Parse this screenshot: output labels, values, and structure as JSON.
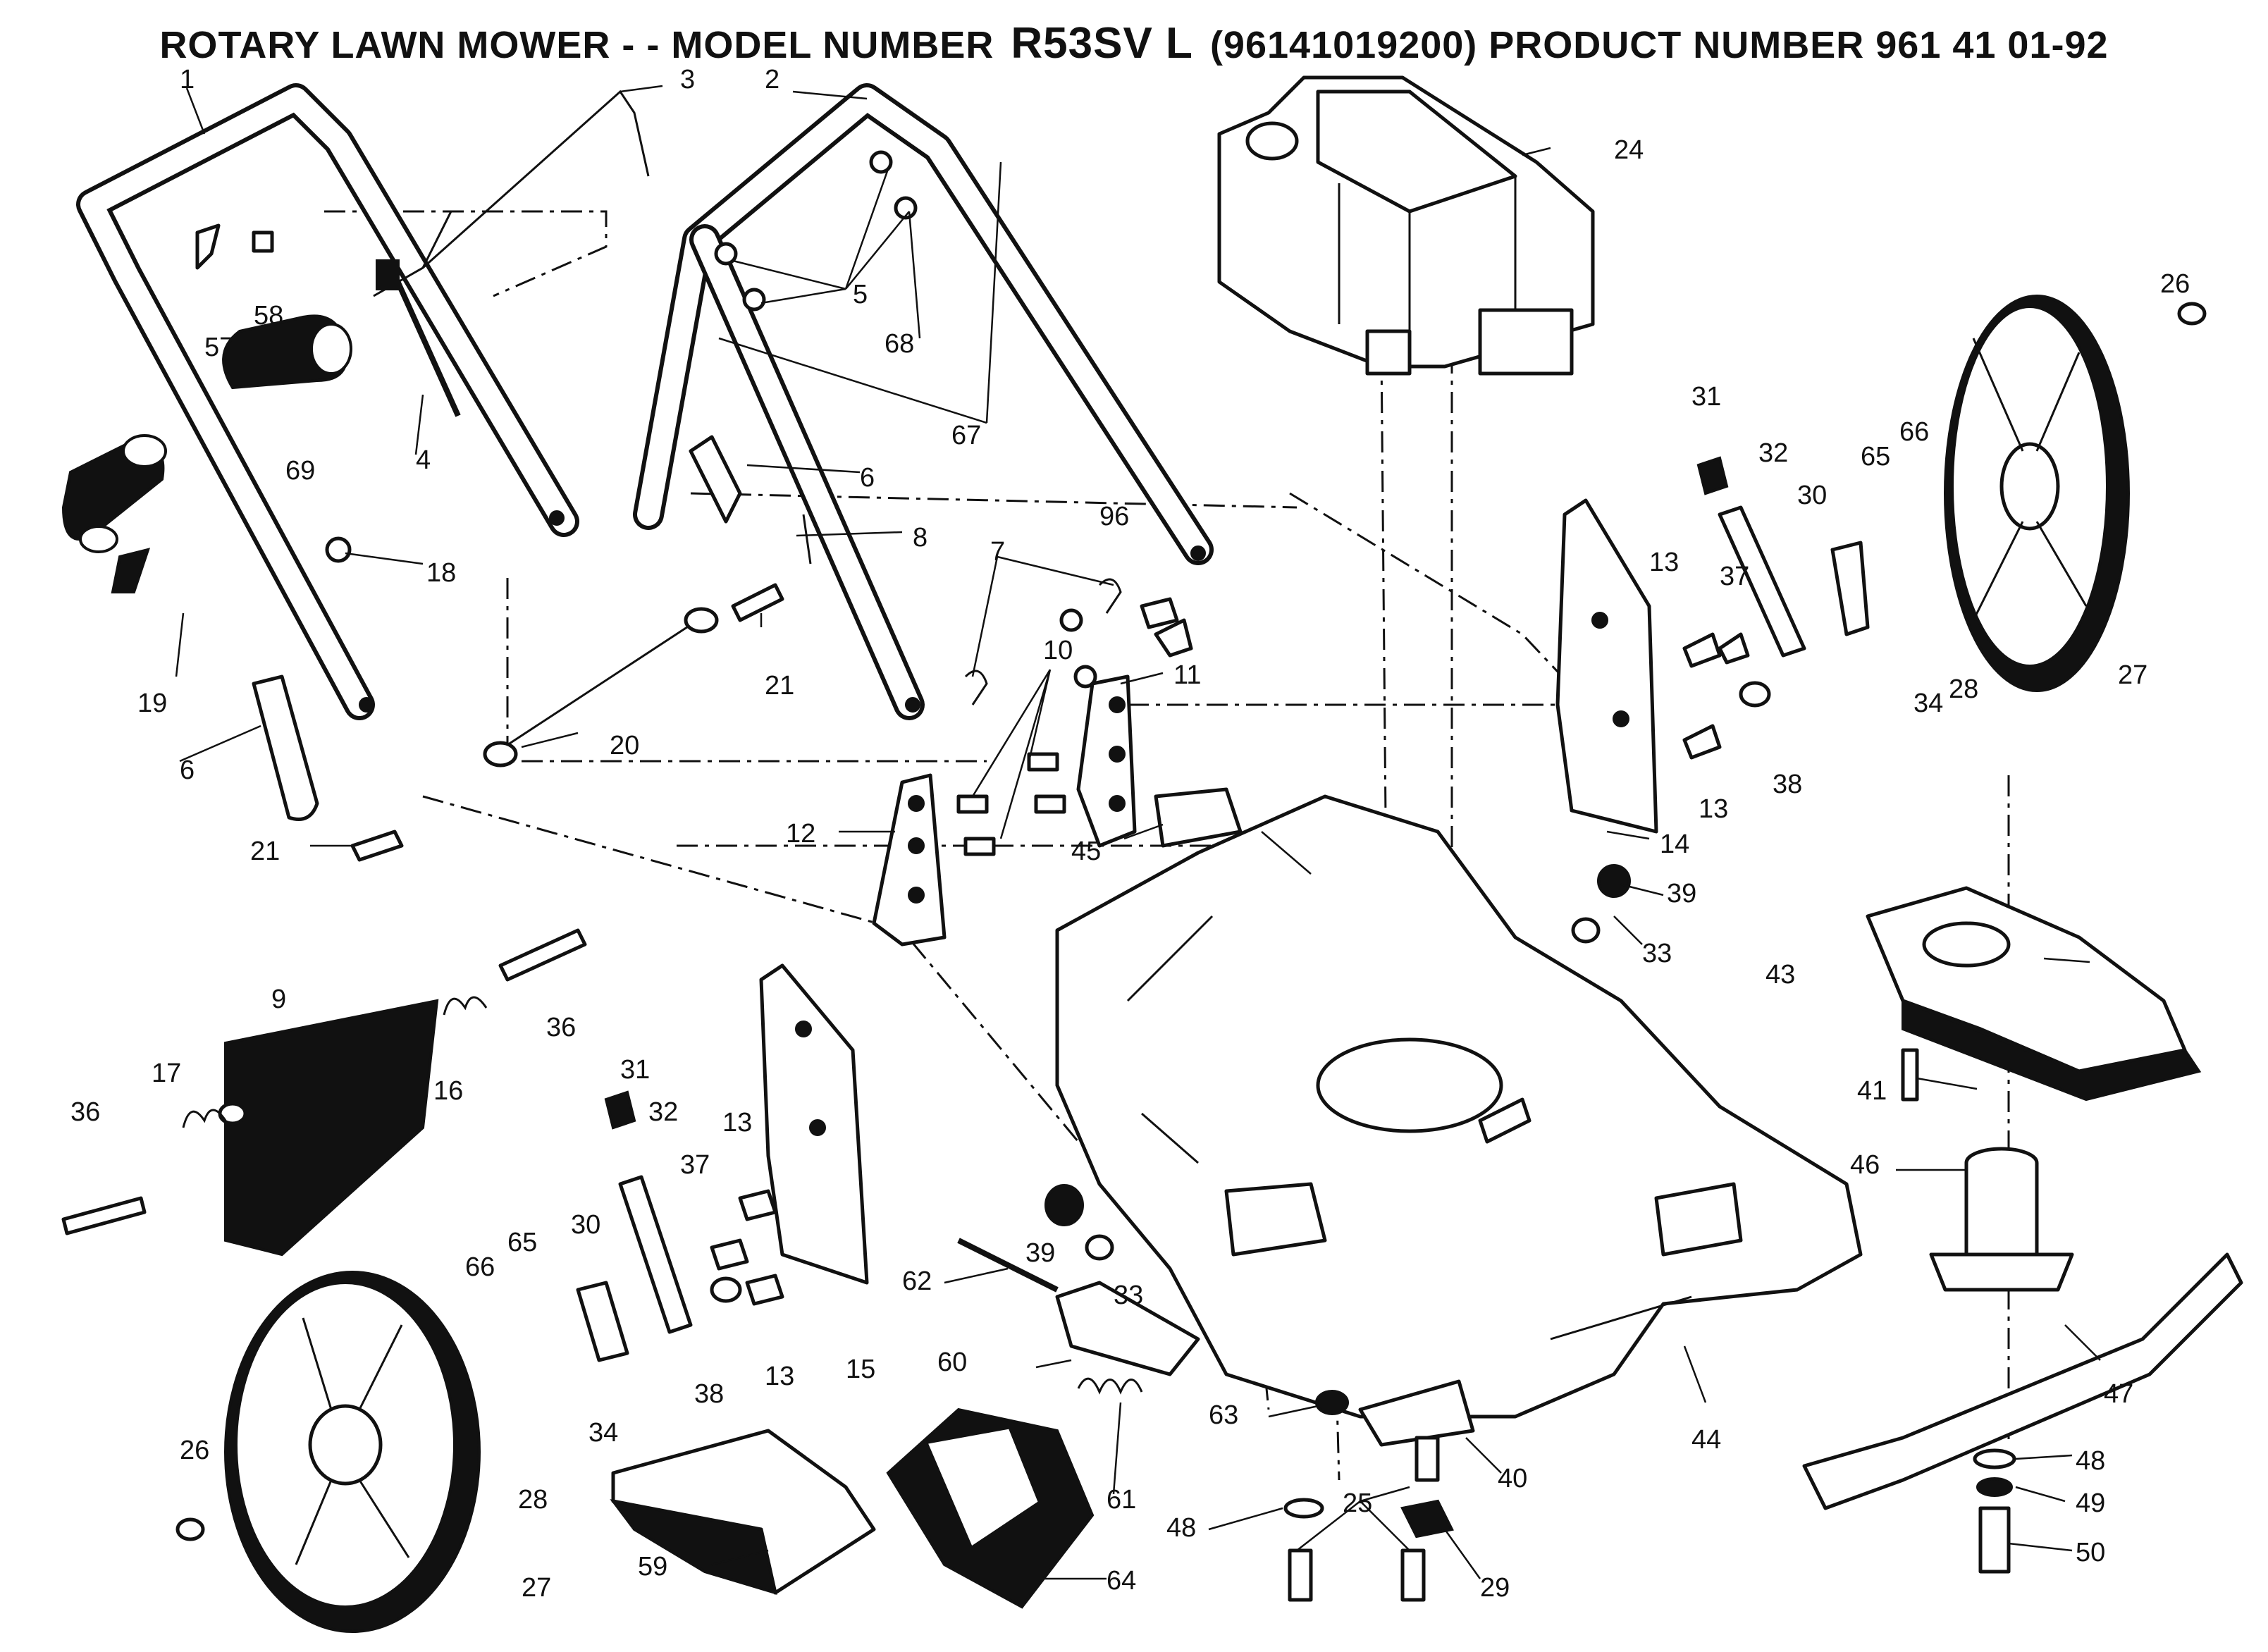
{
  "title": {
    "prefix": "ROTARY LAWN MOWER - - MODEL NUMBER",
    "model": "R53SV L",
    "suffix": "(96141019200) PRODUCT NUMBER 961 41 01-92"
  },
  "callouts": [
    {
      "id": "c1",
      "text": "1"
    },
    {
      "id": "c2",
      "text": "2"
    },
    {
      "id": "c3",
      "text": "3"
    },
    {
      "id": "c4",
      "text": "4"
    },
    {
      "id": "c5",
      "text": "5"
    },
    {
      "id": "c6a",
      "text": "6"
    },
    {
      "id": "c6b",
      "text": "6"
    },
    {
      "id": "c7",
      "text": "7"
    },
    {
      "id": "c8",
      "text": "8"
    },
    {
      "id": "c9",
      "text": "9"
    },
    {
      "id": "c10",
      "text": "10"
    },
    {
      "id": "c11",
      "text": "11"
    },
    {
      "id": "c12",
      "text": "12"
    },
    {
      "id": "c13a",
      "text": "13"
    },
    {
      "id": "c13b",
      "text": "13"
    },
    {
      "id": "c13c",
      "text": "13"
    },
    {
      "id": "c13d",
      "text": "13"
    },
    {
      "id": "c14",
      "text": "14"
    },
    {
      "id": "c15",
      "text": "15"
    },
    {
      "id": "c16",
      "text": "16"
    },
    {
      "id": "c17",
      "text": "17"
    },
    {
      "id": "c18",
      "text": "18"
    },
    {
      "id": "c19",
      "text": "19"
    },
    {
      "id": "c20",
      "text": "20"
    },
    {
      "id": "c21a",
      "text": "21"
    },
    {
      "id": "c21b",
      "text": "21"
    },
    {
      "id": "c24",
      "text": "24"
    },
    {
      "id": "c25",
      "text": "25"
    },
    {
      "id": "c26a",
      "text": "26"
    },
    {
      "id": "c26b",
      "text": "26"
    },
    {
      "id": "c27a",
      "text": "27"
    },
    {
      "id": "c27b",
      "text": "27"
    },
    {
      "id": "c28a",
      "text": "28"
    },
    {
      "id": "c28b",
      "text": "28"
    },
    {
      "id": "c29",
      "text": "29"
    },
    {
      "id": "c30a",
      "text": "30"
    },
    {
      "id": "c30b",
      "text": "30"
    },
    {
      "id": "c31a",
      "text": "31"
    },
    {
      "id": "c31b",
      "text": "31"
    },
    {
      "id": "c32a",
      "text": "32"
    },
    {
      "id": "c32b",
      "text": "32"
    },
    {
      "id": "c33a",
      "text": "33"
    },
    {
      "id": "c33b",
      "text": "33"
    },
    {
      "id": "c34a",
      "text": "34"
    },
    {
      "id": "c34b",
      "text": "34"
    },
    {
      "id": "c36a",
      "text": "36"
    },
    {
      "id": "c36b",
      "text": "36"
    },
    {
      "id": "c37a",
      "text": "37"
    },
    {
      "id": "c37b",
      "text": "37"
    },
    {
      "id": "c38a",
      "text": "38"
    },
    {
      "id": "c38b",
      "text": "38"
    },
    {
      "id": "c39a",
      "text": "39"
    },
    {
      "id": "c39b",
      "text": "39"
    },
    {
      "id": "c40",
      "text": "40"
    },
    {
      "id": "c41",
      "text": "41"
    },
    {
      "id": "c43",
      "text": "43"
    },
    {
      "id": "c44",
      "text": "44"
    },
    {
      "id": "c45",
      "text": "45"
    },
    {
      "id": "c46",
      "text": "46"
    },
    {
      "id": "c47",
      "text": "47"
    },
    {
      "id": "c48a",
      "text": "48"
    },
    {
      "id": "c48b",
      "text": "48"
    },
    {
      "id": "c49",
      "text": "49"
    },
    {
      "id": "c50",
      "text": "50"
    },
    {
      "id": "c57",
      "text": "57"
    },
    {
      "id": "c58",
      "text": "58"
    },
    {
      "id": "c59",
      "text": "59"
    },
    {
      "id": "c60",
      "text": "60"
    },
    {
      "id": "c61",
      "text": "61"
    },
    {
      "id": "c62",
      "text": "62"
    },
    {
      "id": "c63",
      "text": "63"
    },
    {
      "id": "c64",
      "text": "64"
    },
    {
      "id": "c65a",
      "text": "65"
    },
    {
      "id": "c65b",
      "text": "65"
    },
    {
      "id": "c66a",
      "text": "66"
    },
    {
      "id": "c66b",
      "text": "66"
    },
    {
      "id": "c67",
      "text": "67"
    },
    {
      "id": "c68",
      "text": "68"
    },
    {
      "id": "c69",
      "text": "69"
    },
    {
      "id": "c96",
      "text": "96"
    }
  ]
}
